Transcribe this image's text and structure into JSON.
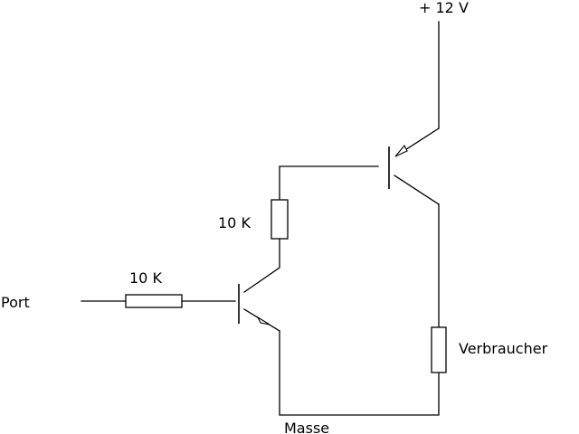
{
  "labels": {
    "supply": "+ 12 V",
    "resistor_upper": "10 K",
    "resistor_lower": "10 K",
    "input": "Port",
    "load": "Verbraucher",
    "ground": "Masse"
  }
}
